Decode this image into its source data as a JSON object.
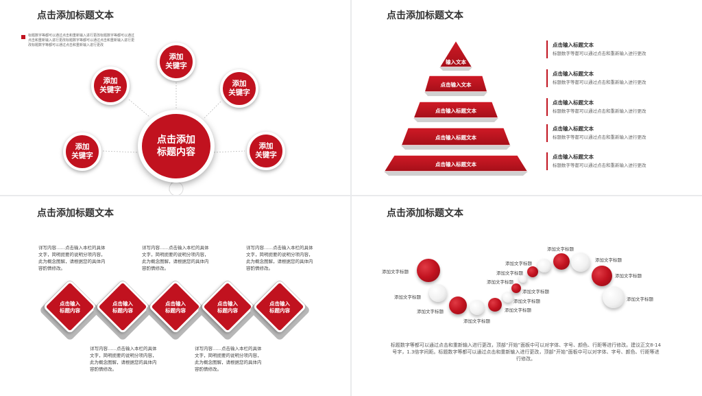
{
  "slide1": {
    "title": "点击添加标题文本",
    "note": "标题数字等都可以通过点击和重新输入进行更改标题数字等都可以通过点击和重新输入进行更改标题数字等都可以通过点击和重新输入进行更改标题数字等都可以通过点击和重新输入进行更改",
    "center": [
      "点击添加",
      "标题内容"
    ],
    "bubbles": [
      [
        "添加",
        "关键字"
      ],
      [
        "添加",
        "关键字"
      ],
      [
        "添加",
        "关键字"
      ],
      [
        "添加",
        "关键字"
      ],
      [
        "添加",
        "关键字"
      ]
    ]
  },
  "slide2": {
    "title": "点击添加标题文本",
    "pyramid": [
      "输入文本",
      "点击输入文本",
      "点击输入标题文本",
      "点击输入标题文本",
      "点击输入标题文本"
    ],
    "items": [
      {
        "title": "点击输入标题文本",
        "desc": "标题数字等都可以通过点击和重新输入进行更改"
      },
      {
        "title": "点击输入标题文本",
        "desc": "标题数字等都可以通过点击和重新输入进行更改"
      },
      {
        "title": "点击输入标题文本",
        "desc": "标题数字等都可以通过点击和重新输入进行更改"
      },
      {
        "title": "点击输入标题文本",
        "desc": "标题数字等都可以通过点击和重新输入进行更改"
      },
      {
        "title": "点击输入标题文本",
        "desc": "标题数字等都可以通过点击和重新输入进行更改"
      }
    ]
  },
  "slide3": {
    "title": "点击添加标题文本",
    "diamonds": [
      [
        "点击输入",
        "标题内容"
      ],
      [
        "点击输入",
        "标题内容"
      ],
      [
        "点击输入",
        "标题内容"
      ],
      [
        "点击输入",
        "标题内容"
      ],
      [
        "点击输入",
        "标题内容"
      ]
    ],
    "para": "详写内容……点击输入本栏的具体文字，简明扼要的说明分项内容，此为概念图解，请根据您的具体内容酌情修改。"
  },
  "slide4": {
    "title": "点击添加标题文本",
    "ball_label": "添加文字标题",
    "body": "标题数字等都可以通过点击和重新输入进行更改，顶部“开始”面板中可以对字体、字号、颜色、行距等进行修改。建议正文8-14号字，1.3倍字间距。标题数字等都可以通过点击和重新输入进行更改，顶部“开始”面板中可以对字体、字号、颜色、行距等进行修改。"
  },
  "colors": {
    "accent": "#c1121f"
  }
}
